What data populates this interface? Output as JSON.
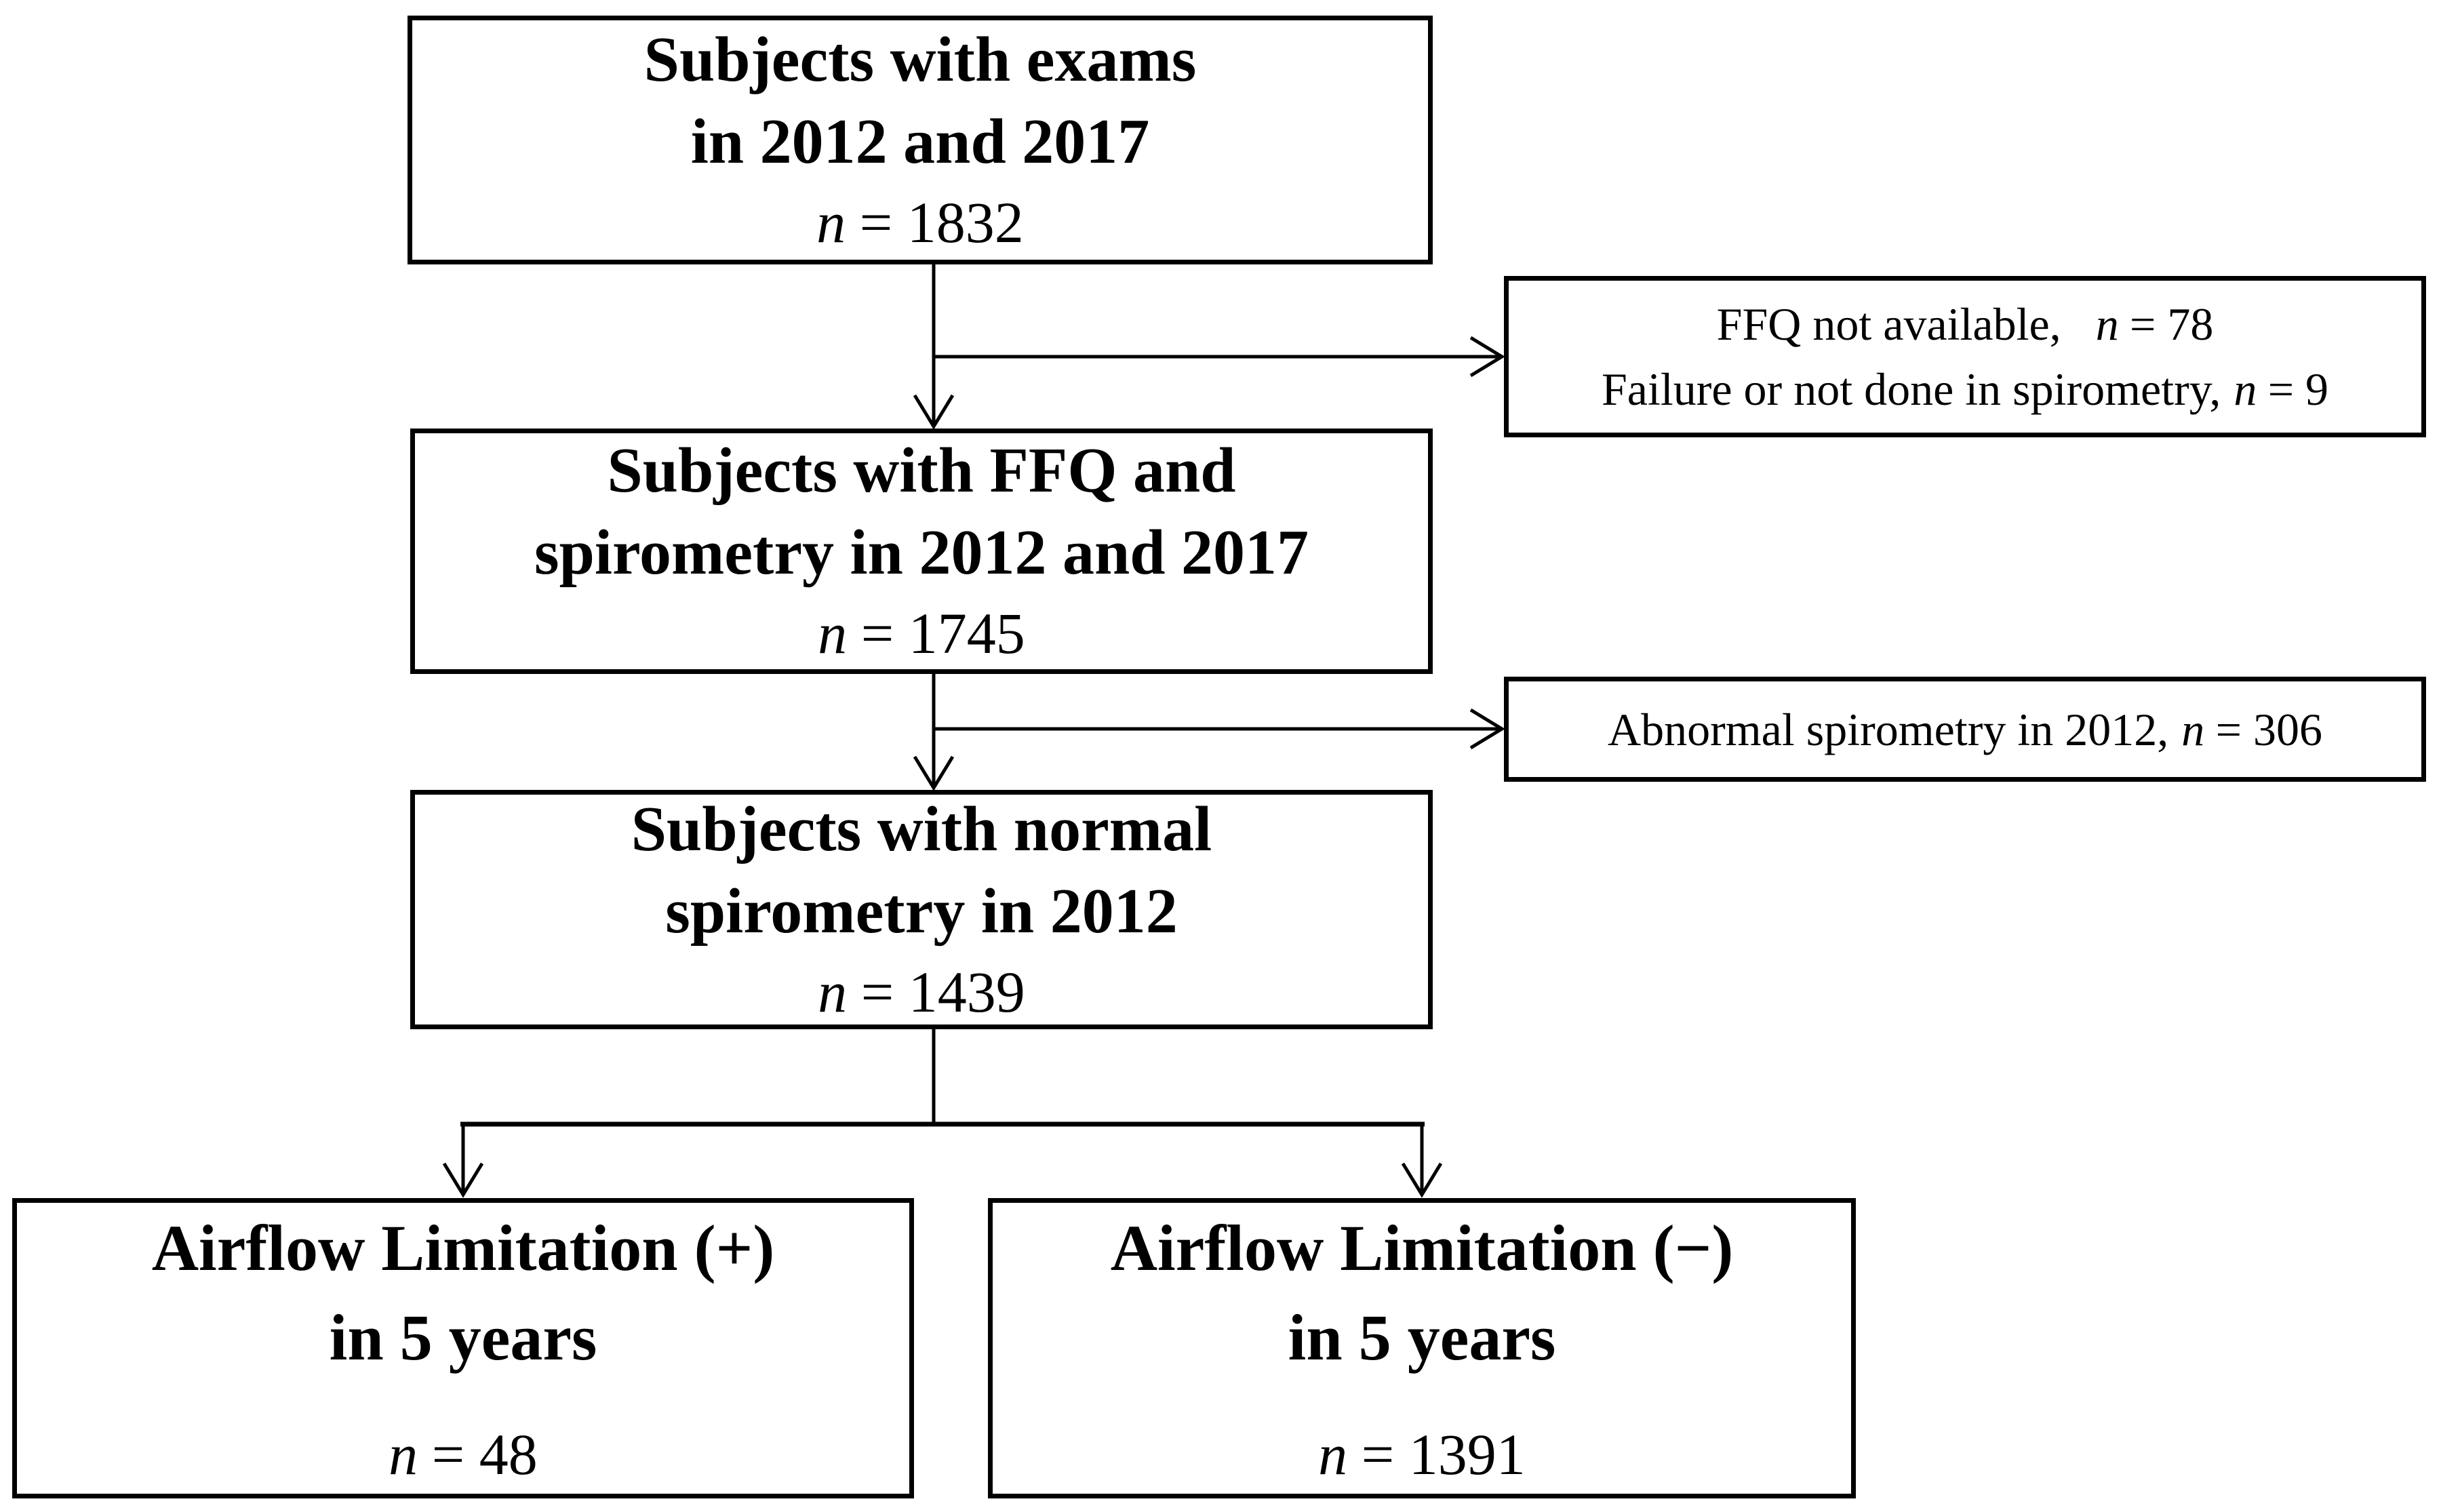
{
  "diagram": {
    "background_color": "#ffffff",
    "line_color": "#000000",
    "boxes": {
      "exams": {
        "line1": "Subjects with exams",
        "line2": "in 2012 and 2017",
        "n_label": "n",
        "n_value": "= 1832"
      },
      "ffq": {
        "line1": "Subjects with FFQ and",
        "line2": "spirometry in 2012 and 2017",
        "n_label": "n",
        "n_value": "= 1745"
      },
      "normal": {
        "line1": "Subjects with normal",
        "line2": "spirometry in 2012",
        "n_label": "n",
        "n_value": "= 1439"
      },
      "excluded1": {
        "line1_pre": "FFQ not available,",
        "line1_n": "n",
        "line1_value": "= 78",
        "line2_pre": "Failure or not done in spirometry,",
        "line2_n": "n",
        "line2_value": "= 9"
      },
      "excluded2": {
        "pre": "Abnormal spirometry in 2012,",
        "n_label": "n",
        "n_value": "= 306"
      },
      "al_pos": {
        "line1": "Airflow Limitation (+)",
        "line2": "in 5 years",
        "n_label": "n",
        "n_value": "= 48"
      },
      "al_neg": {
        "line1": "Airflow Limitation (−)",
        "line2": "in 5 years",
        "n_label": "n",
        "n_value": "= 1391"
      }
    }
  }
}
